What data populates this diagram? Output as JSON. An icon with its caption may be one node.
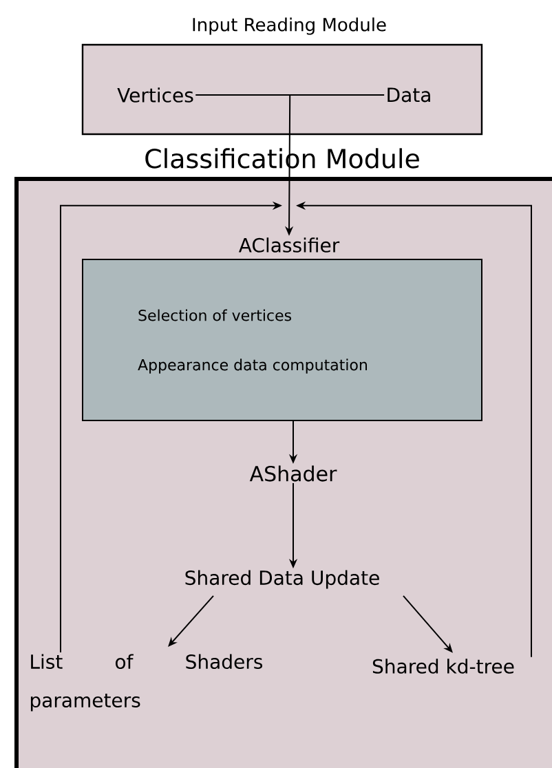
{
  "diagram": {
    "nodes": [
      {
        "text": [
          "Input Reading Module"
        ]
      },
      {
        "text": [
          "Vertices"
        ],
        "in": 0
      },
      {
        "text": [
          "Data"
        ],
        "in": 0
      },
      {
        "text": [
          "Classification Module"
        ]
      },
      {
        "text": [
          "AClassifier"
        ],
        "in": 3
      },
      {
        "text": [
          "Selection of vertices",
          "Appearance data computation"
        ],
        "in": 3
      },
      {
        "text": [
          "AShader"
        ],
        "in": 3
      },
      {
        "text": [
          "Shared Data Update"
        ],
        "in": 3
      },
      {
        "text": [
          "List of Shaders parameters"
        ],
        "in": 3
      },
      {
        "text": [
          "Shared kd-tree"
        ],
        "in": 3
      }
    ],
    "edges": [
      {
        "from": 1,
        "to": 4,
        "arrow": "to"
      },
      {
        "from": 2,
        "to": 4,
        "arrow": "to"
      },
      {
        "from": 5,
        "to": 6,
        "arrow": "to"
      },
      {
        "from": 6,
        "to": 7,
        "arrow": "to"
      },
      {
        "from": 7,
        "to": 8,
        "arrow": "to"
      },
      {
        "from": 7,
        "to": 9,
        "arrow": "to"
      },
      {
        "from": 8,
        "to": 4,
        "arrow": "to"
      },
      {
        "from": 9,
        "to": 4,
        "arrow": "to"
      }
    ]
  }
}
